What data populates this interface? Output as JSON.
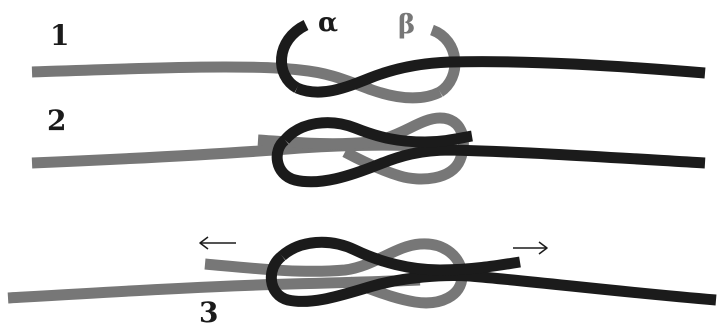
{
  "colors": {
    "dark_rope": "#1b1b1b",
    "light_rope": "#777777",
    "background": "#ffffff"
  },
  "steps": [
    {
      "number": "1"
    },
    {
      "number": "2"
    },
    {
      "number": "3"
    }
  ],
  "rope_ends": {
    "alpha": "α",
    "beta": "β"
  },
  "icons": {
    "pull_left": "arrow-left-icon",
    "pull_right": "arrow-right-icon"
  }
}
